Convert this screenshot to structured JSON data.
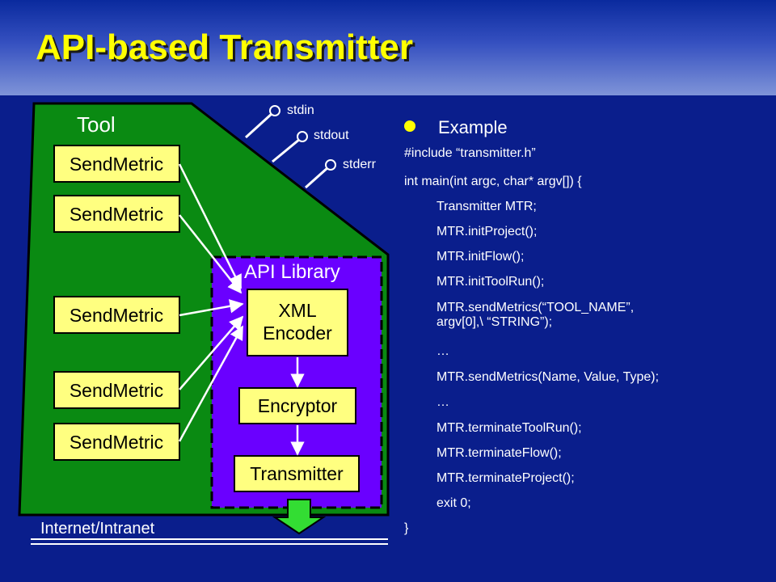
{
  "slide": {
    "title": "API-based Transmitter"
  },
  "diagram": {
    "tool_label": "Tool",
    "api_library_label": "API Library",
    "send_metric_boxes": [
      "SendMetric",
      "SendMetric",
      "SendMetric",
      "SendMetric",
      "SendMetric"
    ],
    "xml_encoder_line1": "XML",
    "xml_encoder_line2": "Encoder",
    "encryptor_label": "Encryptor",
    "transmitter_label": "Transmitter",
    "stdin_label": "stdin",
    "stdout_label": "stdout",
    "stderr_label": "stderr",
    "network_label": "Internet/Intranet"
  },
  "example": {
    "bullet": "Example",
    "lines": [
      {
        "text": "#include “transmitter.h”",
        "indent": false
      },
      {
        "text": "int main(int argc, char* argv[]) {",
        "indent": false
      },
      {
        "text": "Transmitter MTR;",
        "indent": true
      },
      {
        "text": "MTR.initProject();",
        "indent": true
      },
      {
        "text": "MTR.initFlow();",
        "indent": true
      },
      {
        "text": "MTR.initToolRun();",
        "indent": true
      },
      {
        "text": "MTR.sendMetrics(“TOOL_NAME”,",
        "indent": true
      },
      {
        "text": "argv[0],\\ “STRING”);",
        "indent": true
      },
      {
        "text": "…",
        "indent": true
      },
      {
        "text": "MTR.sendMetrics(Name, Value, Type);",
        "indent": true
      },
      {
        "text": "…",
        "indent": true
      },
      {
        "text": "MTR.terminateToolRun();",
        "indent": true
      },
      {
        "text": "MTR.terminateFlow();",
        "indent": true
      },
      {
        "text": "MTR.terminateProject();",
        "indent": true
      },
      {
        "text": "exit 0;",
        "indent": true
      },
      {
        "text": "}",
        "indent": false
      }
    ]
  },
  "colors": {
    "background": "#0a1e8c",
    "tool_green": "#0a8a12",
    "api_purple": "#6a00ff",
    "box_yellow": "#ffff80",
    "title_yellow": "#ffff00",
    "arrow_green": "#33dd33"
  }
}
